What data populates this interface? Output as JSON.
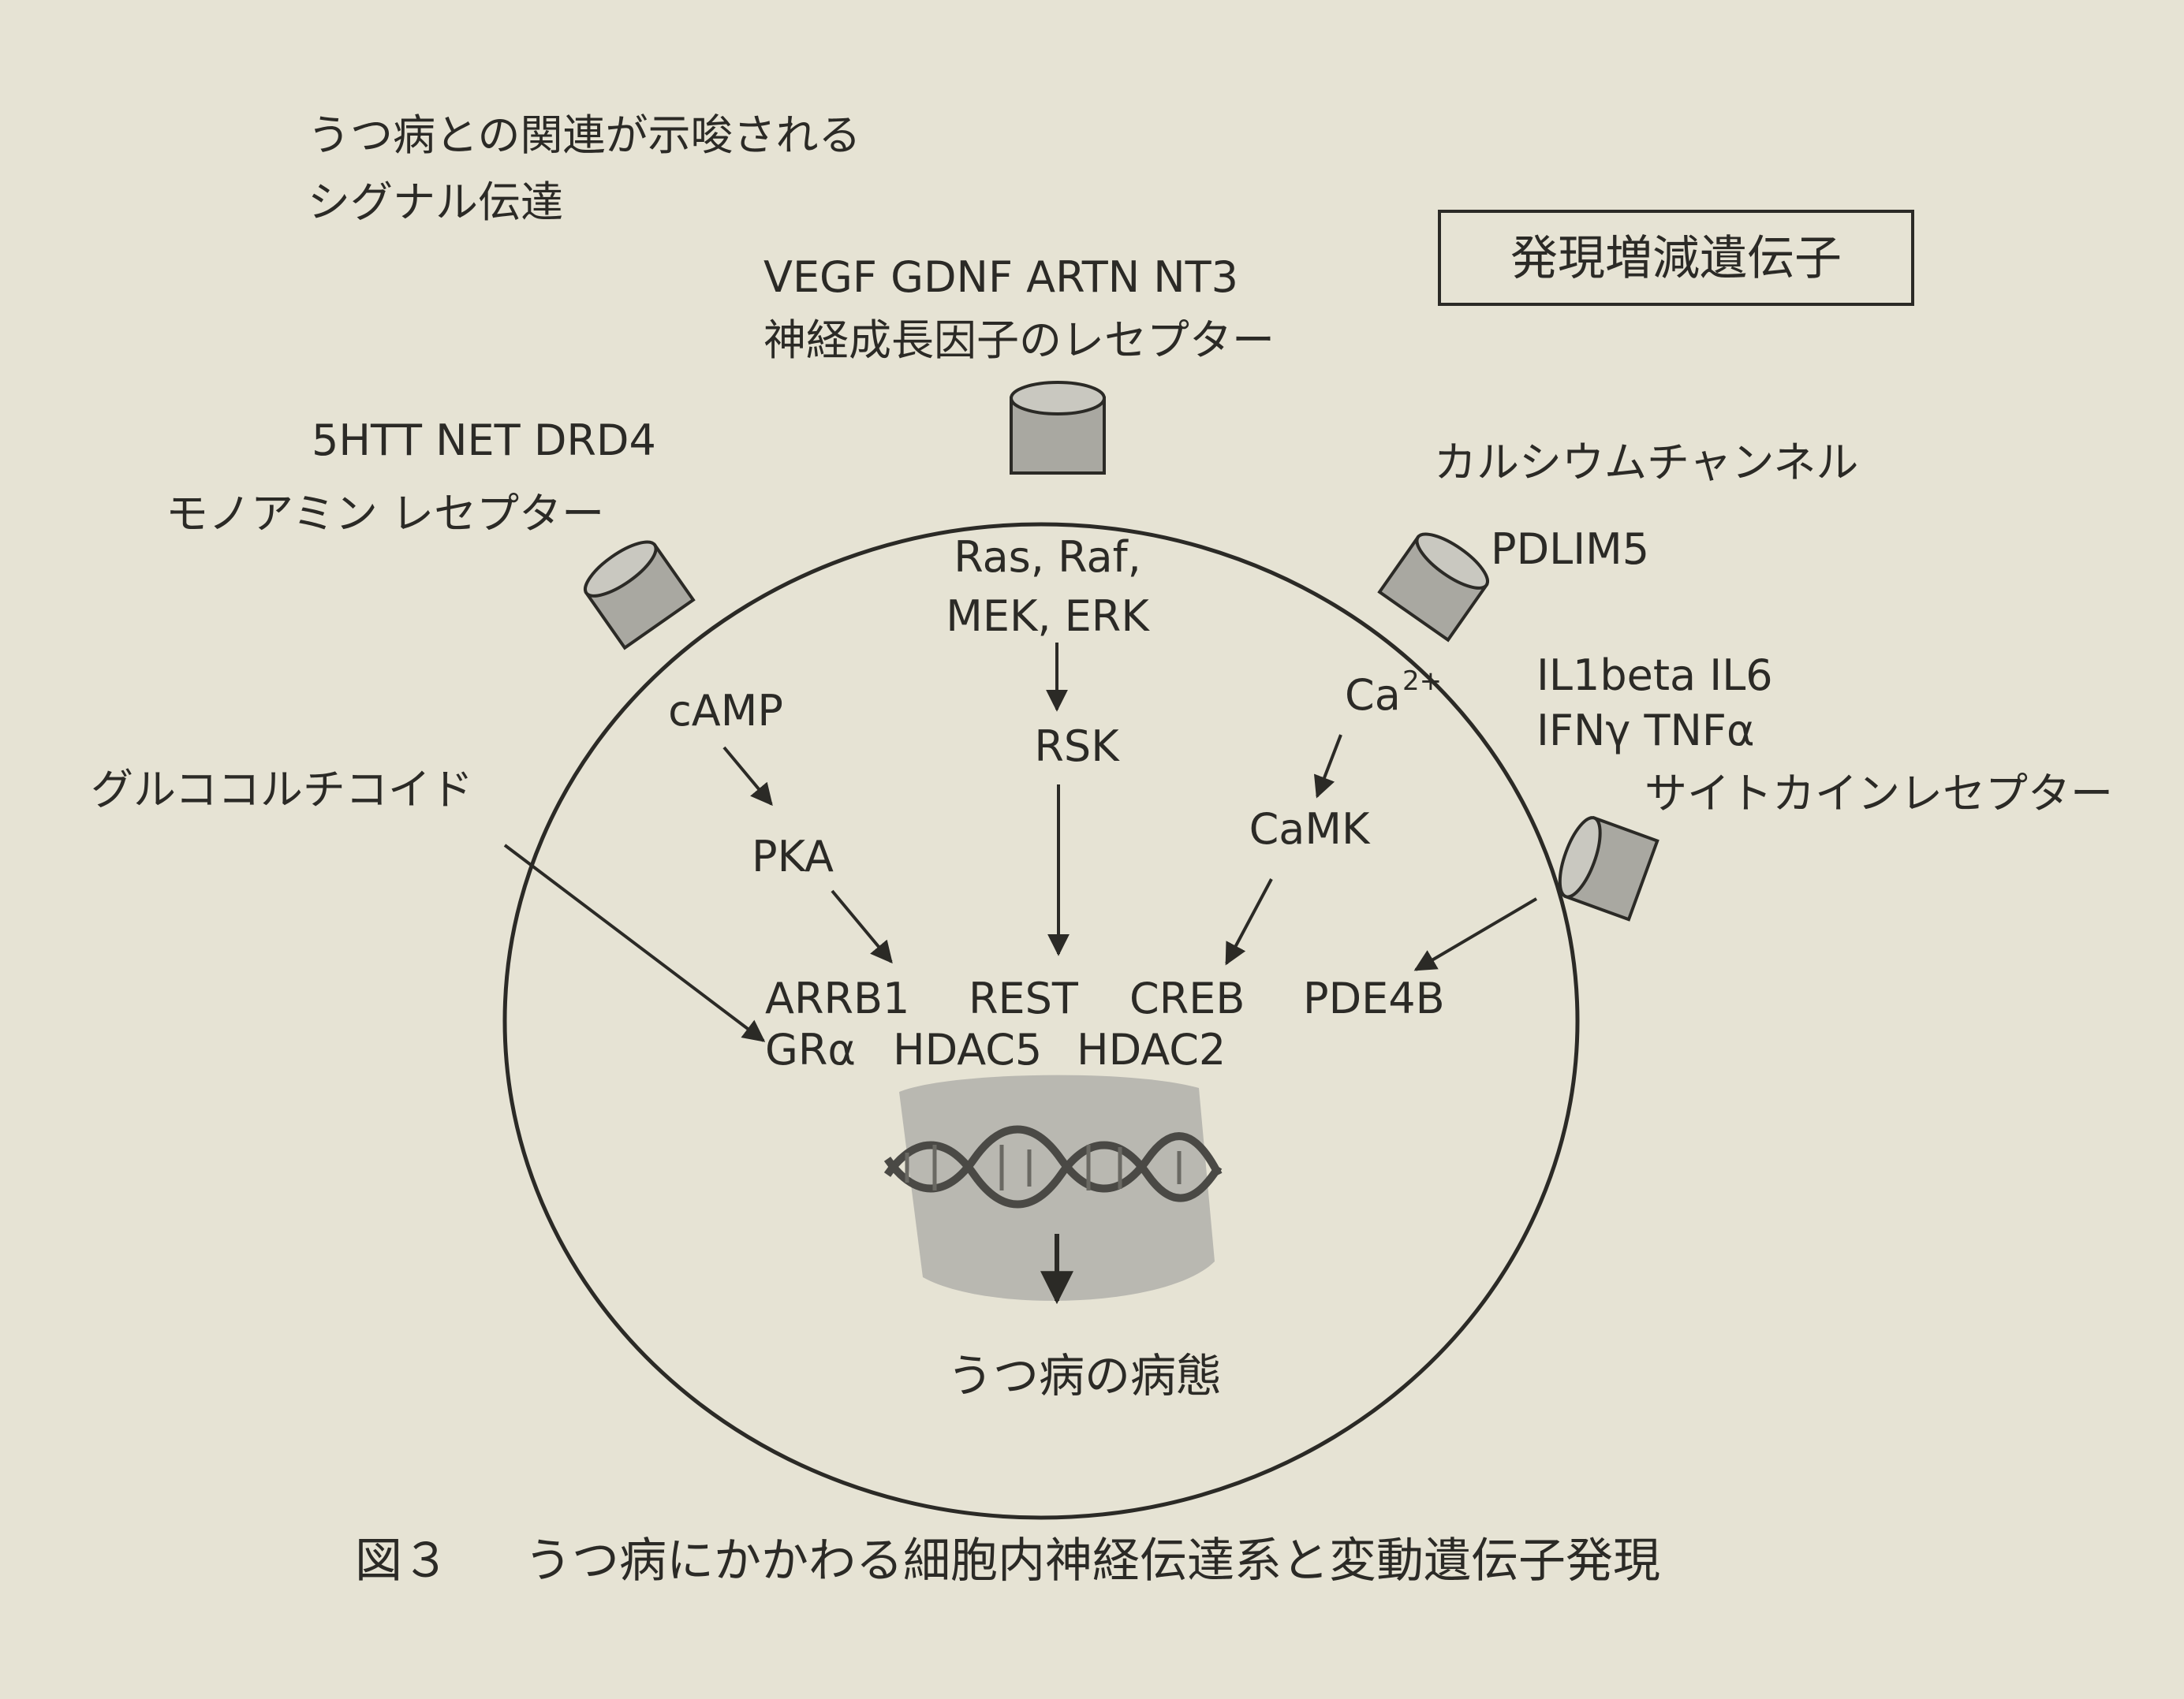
{
  "colors": {
    "paper": "#e6e3d4",
    "ink": "#2b2a26",
    "receptor": "#a9a8a1",
    "dna_shadow": "#b4b3ad"
  },
  "header": {
    "line1": "うつ病との関連が示唆される",
    "line2": "シグナル伝達"
  },
  "boxed_label": "発現増減遺伝子",
  "receptors": {
    "monoamine": {
      "genes": "5HTT NET DRD4",
      "label": "モノアミン レセプター"
    },
    "growth_factor": {
      "genes": "VEGF GDNF ARTN NT3",
      "label": "神経成長因子のレセプター"
    },
    "calcium": {
      "label": "カルシウムチャンネル",
      "genes": "PDLIM5"
    },
    "cytokine": {
      "genes_line1": "IL1beta IL6",
      "genes_line2": "IFNγ TNFα",
      "label": "サイトカインレセプター"
    }
  },
  "glucocorticoid": "グルココルチコイド",
  "pathways": {
    "camp": "cAMP",
    "pka": "PKA",
    "ras_line1": "Ras, Raf,",
    "ras_line2": "MEK, ERK",
    "rsk": "RSK",
    "ca": "Ca",
    "ca_charge": "2+",
    "camk": "CaMK"
  },
  "targets": {
    "arrb1": "ARRB1",
    "rest": "REST",
    "creb": "CREB",
    "pde4b": "PDE4B",
    "gra": "GRα",
    "hdac5": "HDAC5",
    "hdac2": "HDAC2"
  },
  "outcome": "うつ病の病態",
  "caption": {
    "number": "図３",
    "text": "うつ病にかかわる細胞内神経伝達系と変動遺伝子発現"
  }
}
